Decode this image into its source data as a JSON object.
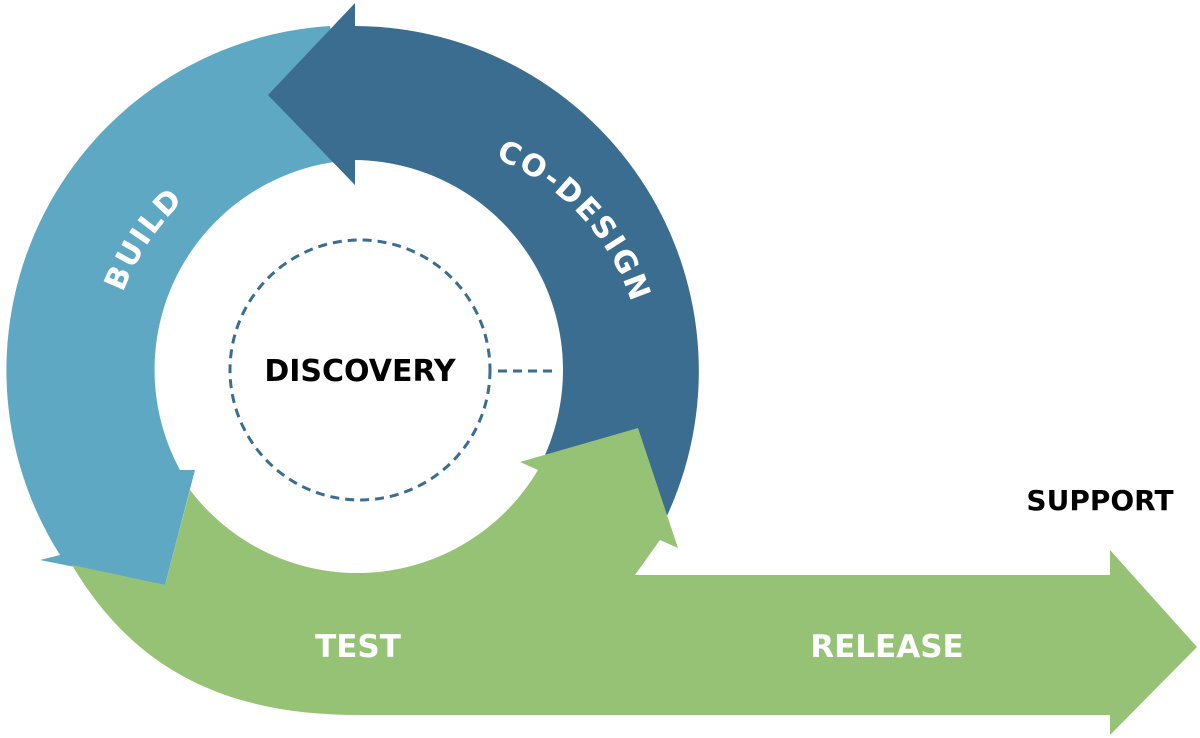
{
  "diagram": {
    "center_label": "DISCOVERY",
    "stages": {
      "build": "BUILD",
      "codesign": "CO-DESIGN",
      "test": "TEST",
      "release": "RELEASE",
      "support": "SUPPORT"
    },
    "colors": {
      "build": "#5ea8c3",
      "codesign": "#3a6d90",
      "test_release": "#95c275",
      "dashed_ring": "#3a6d90",
      "text_light": "#ffffff",
      "text_dark": "#000000"
    }
  }
}
